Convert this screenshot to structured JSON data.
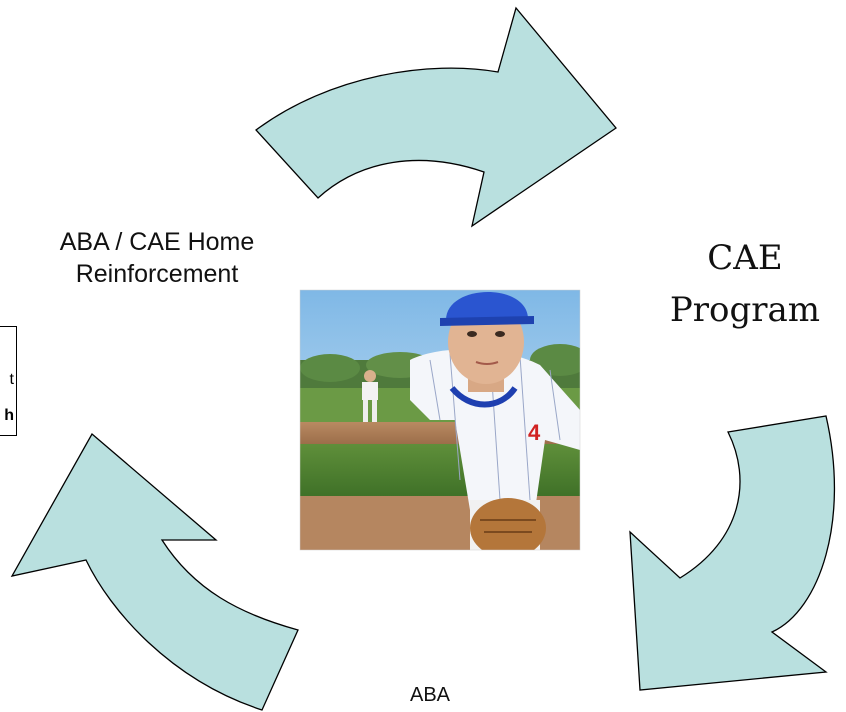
{
  "diagram": {
    "type": "cycle",
    "labels": {
      "home_line1": "ABA / CAE Home",
      "home_line2": "Reinforcement",
      "cae_line1": "CAE",
      "cae_line2": "Program",
      "aba": "ABA"
    },
    "clipped_box": {
      "line1": "t",
      "line2": "h"
    },
    "center_image": "boy-baseball-catcher-photo",
    "colors": {
      "arrow_fill": "#b9e0df",
      "arrow_stroke": "#000000"
    }
  }
}
